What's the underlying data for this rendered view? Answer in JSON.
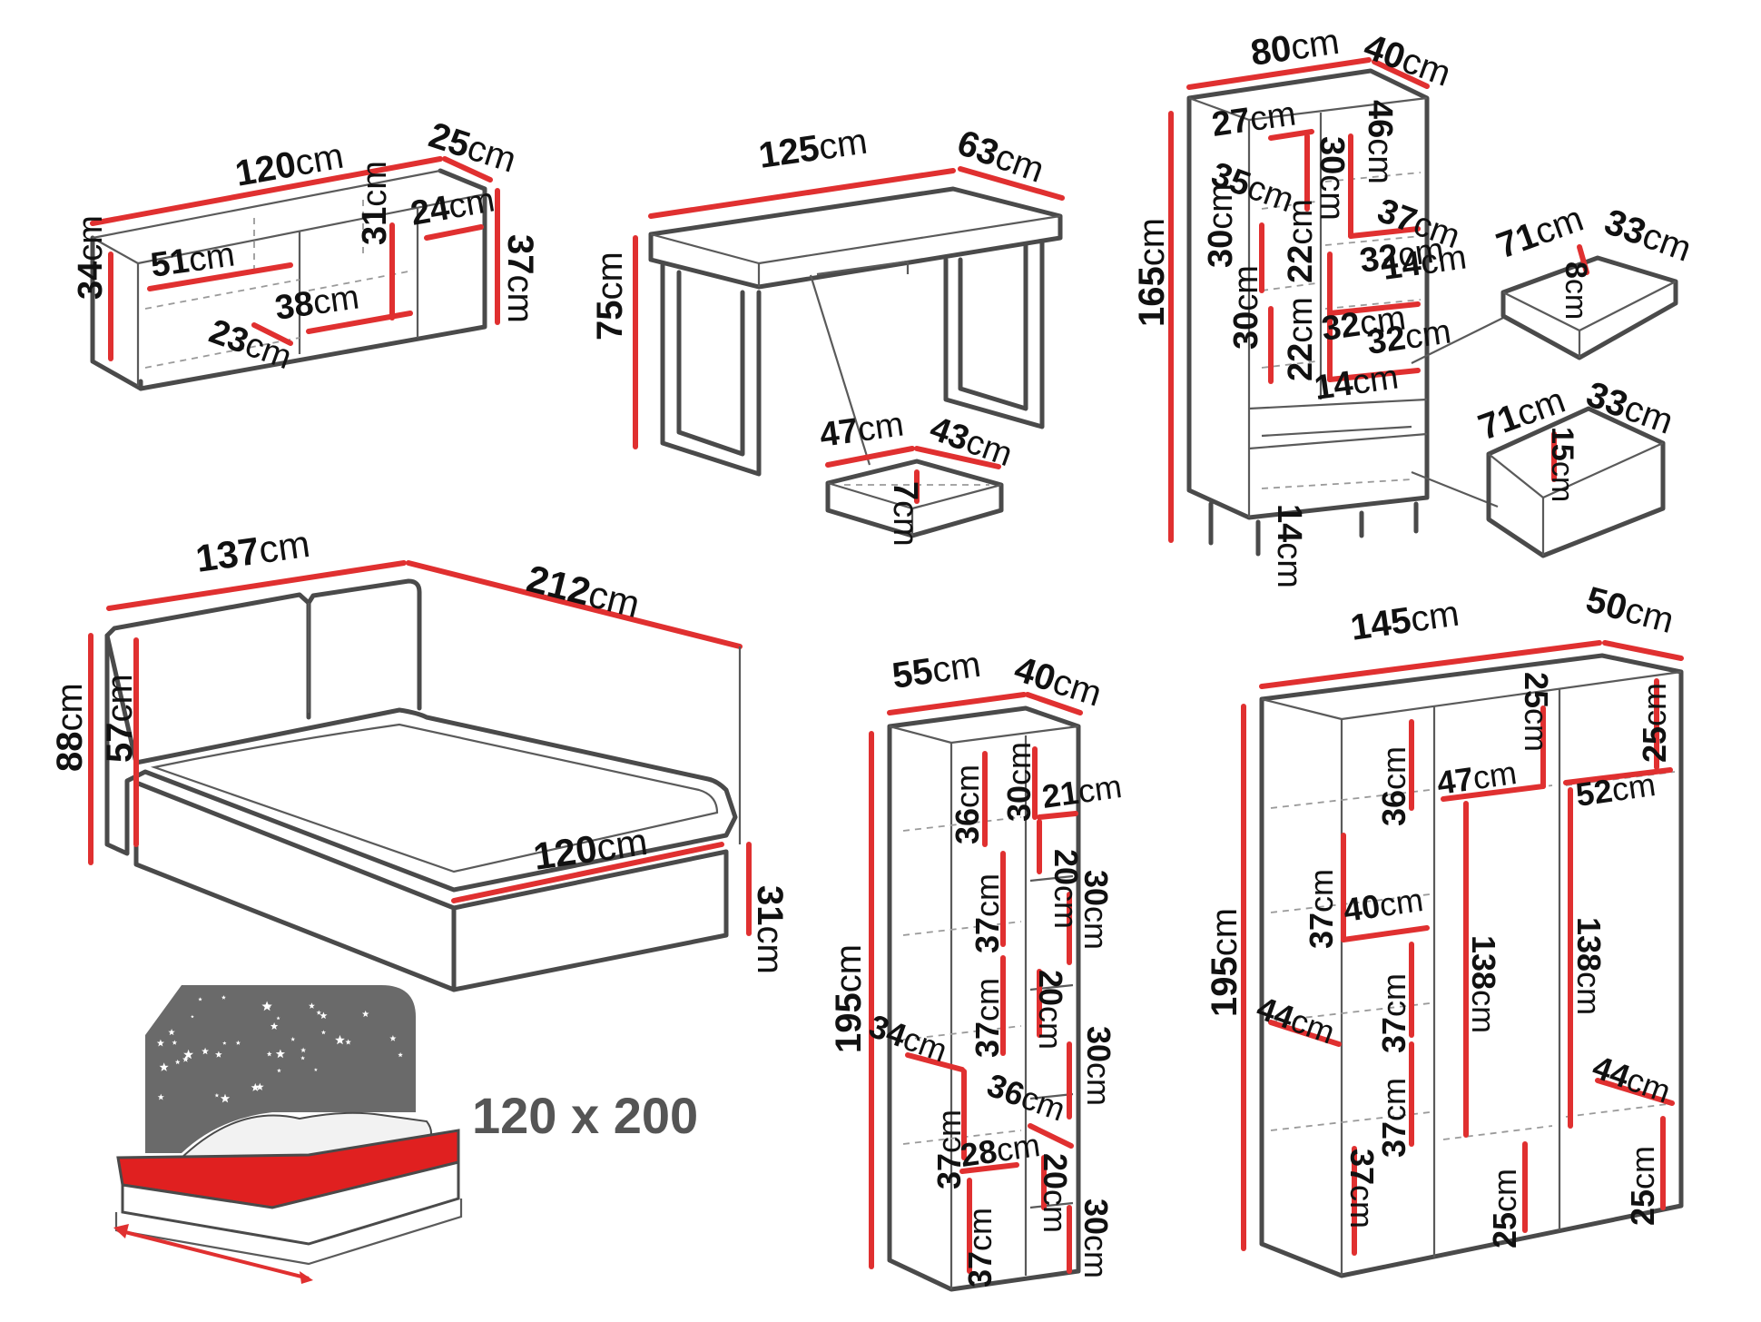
{
  "colors": {
    "outline": "#4a4a4a",
    "dimension": "#e03030",
    "mattress": "#e02020",
    "night_panel": "#6a6a6a"
  },
  "icons": {
    "stars": "star-icon"
  },
  "mattress": {
    "size_label": "120 x 200"
  },
  "sideboard": {
    "width": {
      "n": "120",
      "u": "cm"
    },
    "depth": {
      "n": "25",
      "u": "cm"
    },
    "height": {
      "n": "37",
      "u": "cm"
    },
    "inner_height": {
      "n": "34",
      "u": "cm"
    },
    "shelf_width": {
      "n": "51",
      "u": "cm"
    },
    "drawer_depth": {
      "n": "23",
      "u": "cm"
    },
    "middle_width": {
      "n": "38",
      "u": "cm"
    },
    "middle_height": {
      "n": "31",
      "u": "cm"
    },
    "right_width": {
      "n": "24",
      "u": "cm"
    }
  },
  "desk": {
    "width": {
      "n": "125",
      "u": "cm"
    },
    "depth": {
      "n": "63",
      "u": "cm"
    },
    "height": {
      "n": "75",
      "u": "cm"
    },
    "drawer_width": {
      "n": "47",
      "u": "cm"
    },
    "drawer_depth": {
      "n": "43",
      "u": "cm"
    },
    "drawer_height": {
      "n": "7",
      "u": "cm"
    }
  },
  "cabinet": {
    "width": {
      "n": "80",
      "u": "cm"
    },
    "depth": {
      "n": "40",
      "u": "cm"
    },
    "height": {
      "n": "165",
      "u": "cm"
    },
    "a": {
      "n": "27",
      "u": "cm"
    },
    "b": {
      "n": "46",
      "u": "cm"
    },
    "c": {
      "n": "30",
      "u": "cm"
    },
    "d": {
      "n": "35",
      "u": "cm"
    },
    "e": {
      "n": "37",
      "u": "cm"
    },
    "f": {
      "n": "30",
      "u": "cm"
    },
    "g": {
      "n": "32",
      "u": "cm"
    },
    "h": {
      "n": "22",
      "u": "cm"
    },
    "i": {
      "n": "14",
      "u": "cm"
    },
    "j": {
      "n": "32",
      "u": "cm"
    },
    "k": {
      "n": "32",
      "u": "cm"
    },
    "l": {
      "n": "30",
      "u": "cm"
    },
    "m": {
      "n": "22",
      "u": "cm"
    },
    "n2": {
      "n": "14",
      "u": "cm"
    },
    "leg": {
      "n": "14",
      "u": "cm"
    }
  },
  "cabinet_drawer_top": {
    "width": {
      "n": "71",
      "u": "cm"
    },
    "depth": {
      "n": "33",
      "u": "cm"
    },
    "height": {
      "n": "8",
      "u": "cm"
    }
  },
  "cabinet_drawer_bottom": {
    "width": {
      "n": "71",
      "u": "cm"
    },
    "depth": {
      "n": "33",
      "u": "cm"
    },
    "height": {
      "n": "15",
      "u": "cm"
    }
  },
  "bed": {
    "width": {
      "n": "137",
      "u": "cm"
    },
    "length": {
      "n": "212",
      "u": "cm"
    },
    "height": {
      "n": "88",
      "u": "cm"
    },
    "headboard": {
      "n": "57",
      "u": "cm"
    },
    "inner_width": {
      "n": "120",
      "u": "cm"
    },
    "base_height": {
      "n": "31",
      "u": "cm"
    }
  },
  "bookcase": {
    "width": {
      "n": "55",
      "u": "cm"
    },
    "depth": {
      "n": "40",
      "u": "cm"
    },
    "height": {
      "n": "195",
      "u": "cm"
    },
    "s1": {
      "n": "36",
      "u": "cm"
    },
    "s2": {
      "n": "30",
      "u": "cm"
    },
    "s3": {
      "n": "21",
      "u": "cm"
    },
    "s4": {
      "n": "20",
      "u": "cm"
    },
    "s5": {
      "n": "37",
      "u": "cm"
    },
    "s6": {
      "n": "30",
      "u": "cm"
    },
    "s7": {
      "n": "37",
      "u": "cm"
    },
    "s8": {
      "n": "20",
      "u": "cm"
    },
    "s9": {
      "n": "34",
      "u": "cm"
    },
    "s10": {
      "n": "30",
      "u": "cm"
    },
    "s11": {
      "n": "36",
      "u": "cm"
    },
    "s12": {
      "n": "37",
      "u": "cm"
    },
    "s13": {
      "n": "28",
      "u": "cm"
    },
    "s14": {
      "n": "20",
      "u": "cm"
    },
    "s15": {
      "n": "37",
      "u": "cm"
    },
    "s16": {
      "n": "30",
      "u": "cm"
    }
  },
  "wardrobe": {
    "width": {
      "n": "145",
      "u": "cm"
    },
    "depth": {
      "n": "50",
      "u": "cm"
    },
    "height": {
      "n": "195",
      "u": "cm"
    },
    "w1": {
      "n": "25",
      "u": "cm"
    },
    "w2": {
      "n": "25",
      "u": "cm"
    },
    "w3": {
      "n": "36",
      "u": "cm"
    },
    "w4": {
      "n": "47",
      "u": "cm"
    },
    "w5": {
      "n": "52",
      "u": "cm"
    },
    "w6": {
      "n": "37",
      "u": "cm"
    },
    "w7": {
      "n": "40",
      "u": "cm"
    },
    "w8": {
      "n": "138",
      "u": "cm"
    },
    "w9": {
      "n": "138",
      "u": "cm"
    },
    "w10": {
      "n": "44",
      "u": "cm"
    },
    "w11": {
      "n": "37",
      "u": "cm"
    },
    "w12": {
      "n": "44",
      "u": "cm"
    },
    "w13": {
      "n": "37",
      "u": "cm"
    },
    "w14": {
      "n": "37",
      "u": "cm"
    },
    "w15": {
      "n": "25",
      "u": "cm"
    },
    "w16": {
      "n": "25",
      "u": "cm"
    }
  }
}
